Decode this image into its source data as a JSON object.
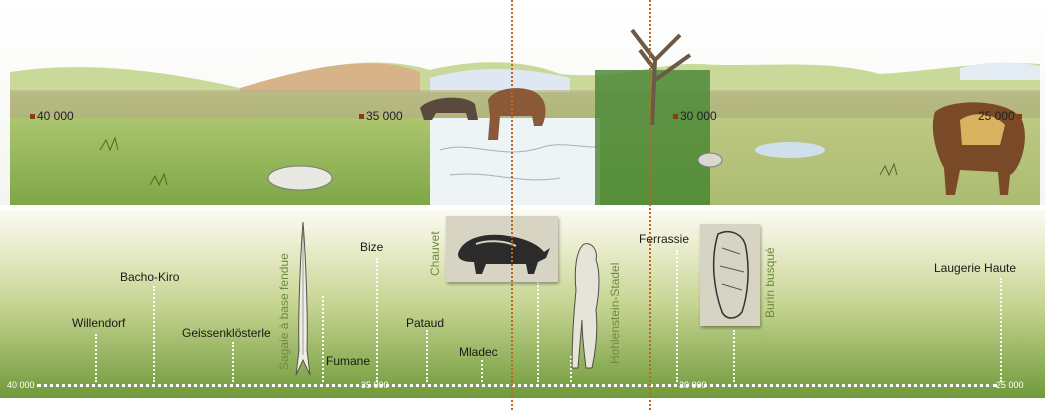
{
  "landscape_dates": [
    "40 000",
    "35 000",
    "30 000",
    "25 000"
  ],
  "axis_ticks": [
    "40 000",
    "35 000",
    "30 000",
    "25 000"
  ],
  "sites": {
    "willendorf": "Willendorf",
    "bacho_kiro": "Bacho-Kiro",
    "geissenklosterle": "Geissenklösterle",
    "fumane": "Fumane",
    "bize": "Bize",
    "pataud": "Pataud",
    "mladec": "Mladec",
    "ferrassie": "Ferrassie",
    "laugerie_haute": "Laugerie Haute"
  },
  "artefacts": {
    "sagaie": "Sagaie à base fendue",
    "chauvet": "Chauvet",
    "hohlenstein": "Hohlenstein-Stadel",
    "burin": "Burin busqué"
  },
  "colors": {
    "guide": "#c0661f",
    "accent_green": "#6f8a43",
    "date_marker": "#8a3d12"
  }
}
